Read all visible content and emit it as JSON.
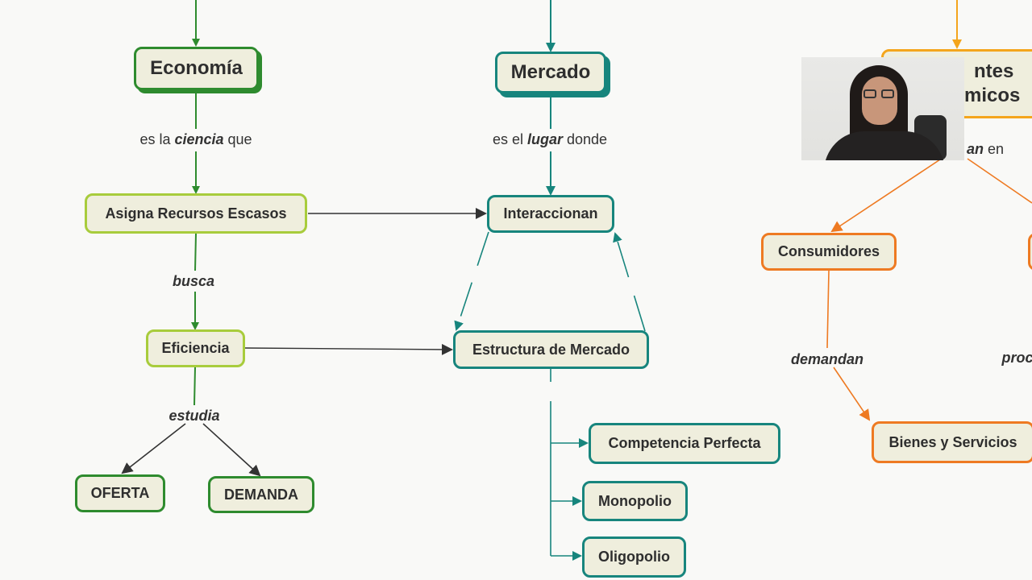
{
  "colors": {
    "green_dark": "#2e8b2e",
    "green_light": "#a8cc3c",
    "teal": "#17857d",
    "orange": "#ee7a22",
    "amber": "#f4a51c",
    "node_fill": "#efeedd",
    "dark_line": "#333333"
  },
  "nodes": {
    "economia": "Economía",
    "asigna": "Asigna Recursos Escasos",
    "eficiencia": "Eficiencia",
    "oferta": "OFERTA",
    "demanda": "DEMANDA",
    "mercado": "Mercado",
    "interaccionan": "Interaccionan",
    "estructura": "Estructura de Mercado",
    "competencia": "Competencia Perfecta",
    "monopolio": "Monopolio",
    "oligopolio": "Oligopolio",
    "agentes_line1": "ntes",
    "agentes_line2": "micos",
    "consumidores": "Consumidores",
    "bienes": "Bienes y Servicios"
  },
  "links": {
    "ciencia": {
      "pre": "es la ",
      "em": "ciencia",
      "post": "  que"
    },
    "lugar": {
      "pre": "es el ",
      "em": "lugar",
      "post": "  donde"
    },
    "busca": "busca",
    "estudia": "estudia",
    "participan": {
      "em": "an",
      "post": "  en"
    },
    "demandan": "demandan",
    "producen": "proc"
  },
  "webcam": {
    "icon": "presenter-video-icon"
  }
}
